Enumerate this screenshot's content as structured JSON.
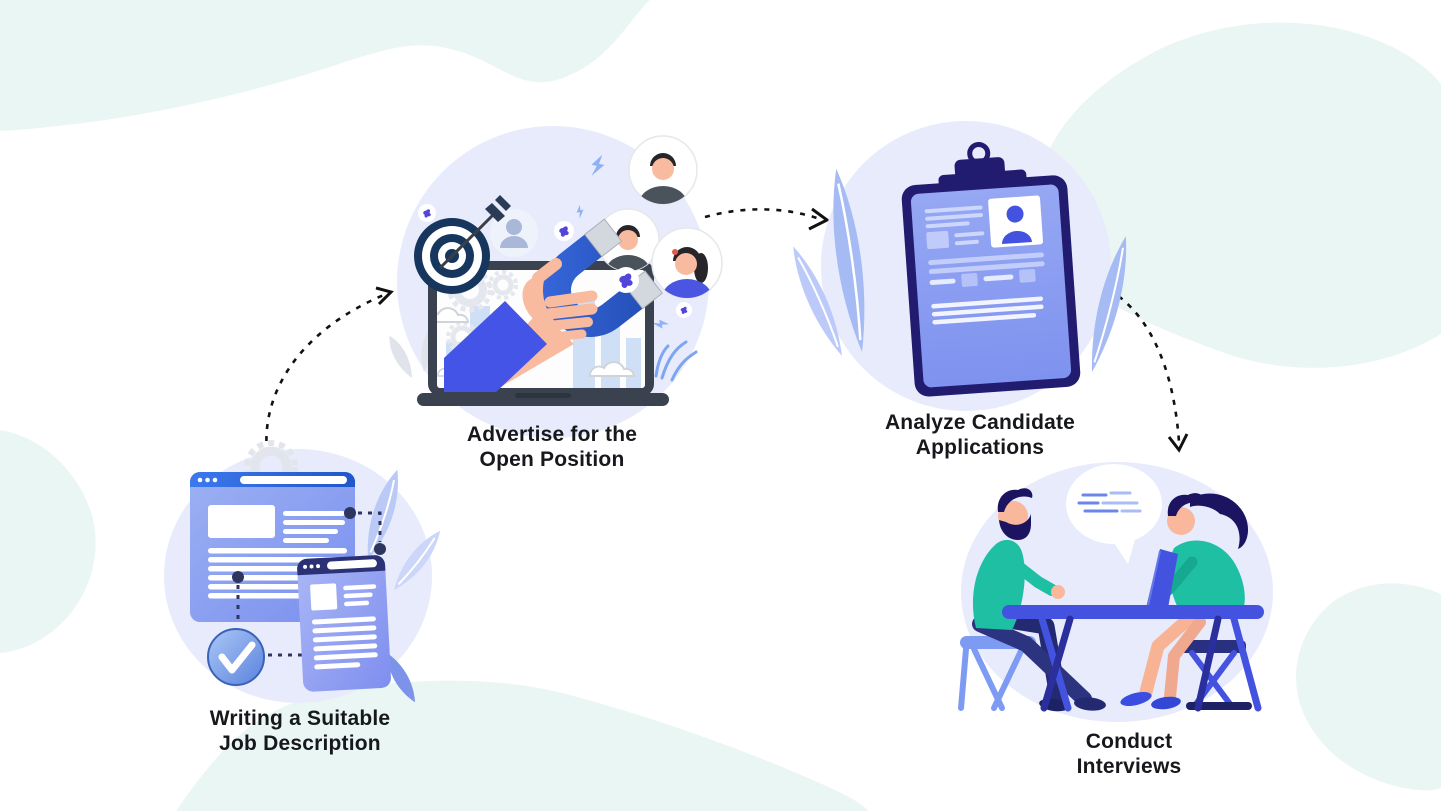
{
  "diagram": {
    "type": "recruitment-process-flow",
    "steps": [
      {
        "order": 1,
        "caption_line1": "Writing a Suitable",
        "caption_line2": "Job Description",
        "illustration": "browser-windows-with-check-badge"
      },
      {
        "order": 2,
        "caption_line1": "Advertise for the",
        "caption_line2": "Open Position",
        "illustration": "hand-with-magnet-from-laptop-attracting-candidate-avatars"
      },
      {
        "order": 3,
        "caption_line1": "Analyze Candidate",
        "caption_line2": "Applications",
        "illustration": "clipboard-with-candidate-resume"
      },
      {
        "order": 4,
        "caption_line1": "Conduct",
        "caption_line2": "Interviews",
        "illustration": "two-people-talking-at-table"
      }
    ],
    "connectors": [
      {
        "from": 1,
        "to": 2,
        "style": "dashed-curved-arrow"
      },
      {
        "from": 2,
        "to": 3,
        "style": "dashed-curved-arrow"
      },
      {
        "from": 3,
        "to": 4,
        "style": "dashed-curved-arrow"
      }
    ]
  },
  "palette": {
    "background": "#ffffff",
    "mint_blob": "#eaf6f3",
    "lavender_blob": "#e7ebfc",
    "primary_blue": "#4353e0",
    "indigo_dark": "#221c70",
    "navy_target": "#16365e",
    "teal_clothing": "#1fbfa4",
    "skin": "#f8b49c",
    "caption_text": "#17181c",
    "arrow_stroke": "#111111"
  }
}
